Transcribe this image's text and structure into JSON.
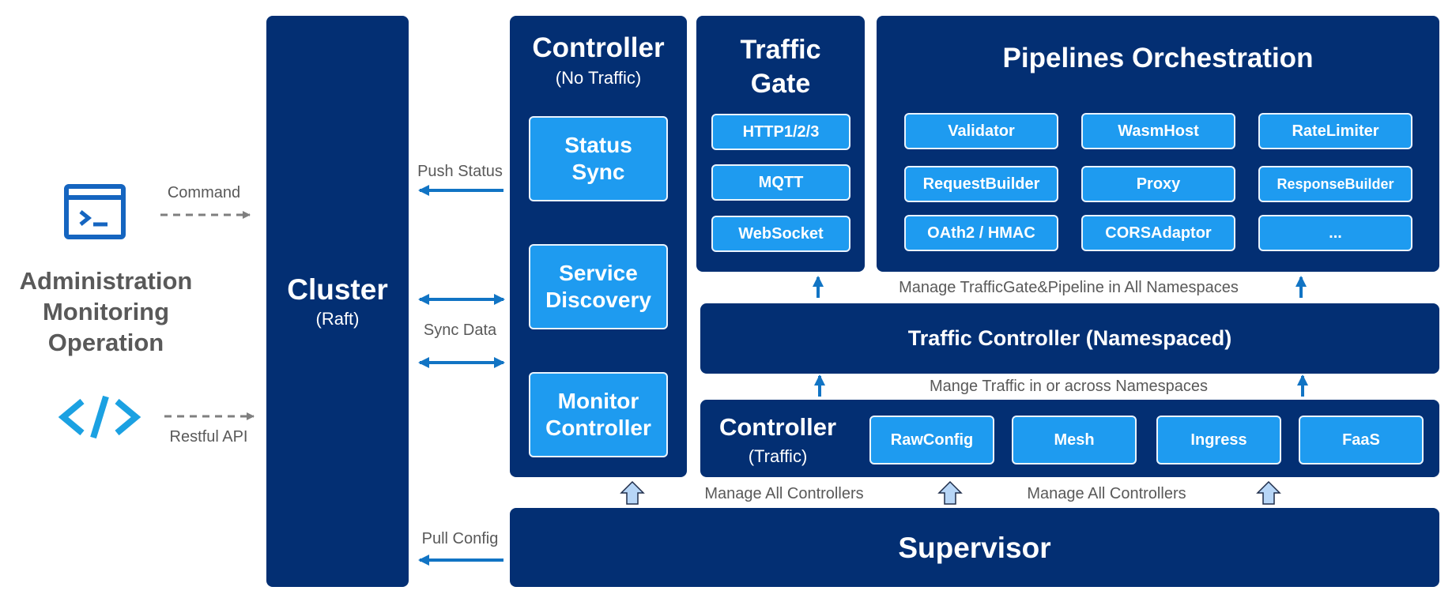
{
  "left": {
    "role_lines": [
      "Administration",
      "Monitoring",
      "Operation"
    ],
    "command_label": "Command",
    "api_label": "Restful API",
    "colors": {
      "terminal_icon": "#1565c0",
      "code_icon": "#1ba1e2"
    }
  },
  "cluster": {
    "title": "Cluster",
    "subtitle": "(Raft)"
  },
  "links": {
    "push_status": "Push Status",
    "sync_data": "Sync Data",
    "pull_config": "Pull Config"
  },
  "controller_no_traffic": {
    "title": "Controller",
    "subtitle": "(No Traffic)",
    "items": [
      {
        "line1": "Status",
        "line2": "Sync"
      },
      {
        "line1": "Service",
        "line2": "Discovery"
      },
      {
        "line1": "Monitor",
        "line2": "Controller"
      }
    ]
  },
  "traffic_gate": {
    "title_line1": "Traffic",
    "title_line2": "Gate",
    "items": [
      "HTTP1/2/3",
      "MQTT",
      "WebSocket"
    ]
  },
  "pipelines": {
    "title": "Pipelines Orchestration",
    "items": [
      "Validator",
      "WasmHost",
      "RateLimiter",
      "RequestBuilder",
      "Proxy",
      "ResponseBuilder",
      "OAth2 / HMAC",
      "CORSAdaptor",
      "..."
    ]
  },
  "manage_gate_label": "Manage TrafficGate&Pipeline in All Namespaces",
  "traffic_controller": {
    "title": "Traffic Controller (Namespaced)"
  },
  "manage_traffic_label": "Mange Traffic in or across Namespaces",
  "controller_traffic": {
    "title": "Controller",
    "subtitle": "(Traffic)",
    "items": [
      "RawConfig",
      "Mesh",
      "Ingress",
      "FaaS"
    ]
  },
  "manage_controllers_labels": [
    "Manage All Controllers",
    "Manage All Controllers"
  ],
  "supervisor": {
    "title": "Supervisor"
  },
  "colors": {
    "panel": "#032f73",
    "chip": "#1e9bf0",
    "arrow": "#1174c4",
    "hollow_arrow_fill": "#b7d6f7",
    "text_gray": "#595959"
  }
}
